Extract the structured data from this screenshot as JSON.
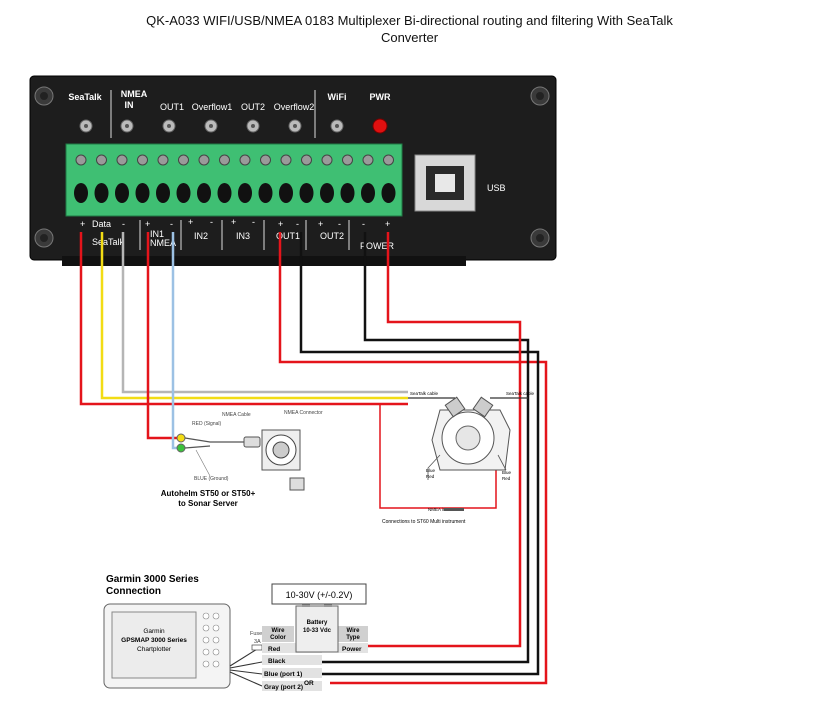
{
  "title": {
    "line1": "QK-A033 WIFI/USB/NMEA 0183 Multiplexer Bi-directional routing and filtering With SeaTalk",
    "line2": "Converter"
  },
  "device": {
    "top_labels": [
      {
        "id": "seatalk",
        "text": "SeaTalk"
      },
      {
        "id": "nmea-in-1",
        "text": "NMEA"
      },
      {
        "id": "nmea-in-2",
        "text": "IN"
      },
      {
        "id": "out1",
        "text": "OUT1"
      },
      {
        "id": "overflow1",
        "text": "Overflow1"
      },
      {
        "id": "out2",
        "text": "OUT2"
      },
      {
        "id": "overflow2",
        "text": "Overflow2"
      },
      {
        "id": "wifi",
        "text": "WiFi"
      },
      {
        "id": "pwr",
        "text": "PWR"
      }
    ],
    "usb_label": "USB",
    "bottom_labels": {
      "plus1": "+",
      "data": "Data",
      "minus1": "-",
      "plus2": "+",
      "minus2": "-",
      "plus3": "+",
      "minus3": "-",
      "plus4": "+",
      "minus4": "-",
      "plus5": "+",
      "minus5": "-",
      "plus6": "+",
      "minus6": "-",
      "minus7": "-",
      "plus7": "+",
      "seatalk": "SeaTalk",
      "in1": "IN1",
      "nmea": "NMEA",
      "in2": "IN2",
      "in3": "IN3",
      "out1": "OUT1",
      "out2": "OUT2",
      "power": "POWER"
    },
    "colors": {
      "body": "#1b1b1b",
      "terminal": "#3fbf73",
      "led": "#e01010"
    }
  },
  "autohelm": {
    "nmea_cable": "NMEA\nCable",
    "red_signal": "RED (Signal)",
    "nmea_connector": "NMEA\nConnector",
    "blue_ground": "BLUE (Ground)",
    "caption1": "Autohelm ST50 or ST50+",
    "caption2": "to Sonar Server"
  },
  "st60": {
    "seatalk_cable_left": "SeaTalk cable",
    "seatalk_cable_right": "SeaTalk cable",
    "blue_l": "Blue",
    "red_l": "Red",
    "blue_r": "Blue",
    "red_r": "Red",
    "nmea_in": "NMEA in",
    "caption": "Connections to ST60 Multi instrument"
  },
  "garmin": {
    "title1": "Garmin 3000 Series",
    "title2": "Connection",
    "screen1": "Garmin",
    "screen2": "GPSMAP 3000 Series",
    "screen3": "Chartplotter",
    "fuse": "Fuse",
    "fuse2": "3A",
    "wire_color": "Wire\nColor",
    "wire_type": "Wire\nType",
    "battery1": "Battery",
    "battery2": "10-33 Vdc",
    "voltage": "10-30V (+/-0.2V)",
    "rows": [
      {
        "color": "Red",
        "type": "Power"
      },
      {
        "color": "Black",
        "type": ""
      },
      {
        "color": "Blue (port 1)",
        "type": ""
      },
      {
        "color": "Gray (port 2)",
        "type": ""
      }
    ],
    "or": "OR"
  },
  "wires": {
    "red": "#e4141b",
    "black": "#111111",
    "yellow": "#f2dc14",
    "gray": "#b5b5b5",
    "blue": "#9cc1e4"
  }
}
